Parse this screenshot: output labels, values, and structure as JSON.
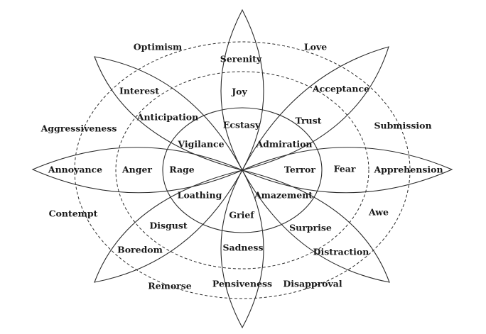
{
  "diagram": {
    "petals": [
      {
        "id": "joy",
        "outer": "Serenity",
        "middle": "Joy",
        "inner": "Ecstasy"
      },
      {
        "id": "trust",
        "outer": "Acceptance",
        "middle": "Trust",
        "inner": "Admiration"
      },
      {
        "id": "fear",
        "outer": "Apprehension",
        "middle": "Fear",
        "inner": "Terror"
      },
      {
        "id": "surprise",
        "outer": "Distraction",
        "middle": "Surprise",
        "inner": "Amazement"
      },
      {
        "id": "sadness",
        "outer": "Pensiveness",
        "middle": "Sadness",
        "inner": "Grief"
      },
      {
        "id": "disgust",
        "outer": "Boredom",
        "middle": "Disgust",
        "inner": "Loathing"
      },
      {
        "id": "anger",
        "outer": "Annoyance",
        "middle": "Anger",
        "inner": "Rage"
      },
      {
        "id": "anticipation",
        "outer": "Interest",
        "middle": "Anticipation",
        "inner": "Vigilance"
      }
    ],
    "dyads": {
      "love": "Love",
      "submission": "Submission",
      "awe": "Awe",
      "disapproval": "Disapproval",
      "remorse": "Remorse",
      "contempt": "Contempt",
      "aggressiveness": "Aggressiveness",
      "optimism": "Optimism"
    }
  }
}
